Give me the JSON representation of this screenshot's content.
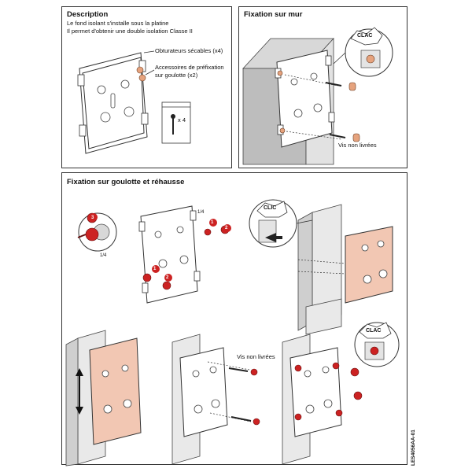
{
  "description": {
    "title": "Description",
    "line1": "Le fond isolant s'installe sous la platine",
    "line2": "Il permet d'obtenir une double isolation Classe II",
    "callout_plugs": "Obturateurs sécables (x4)",
    "callout_accessories_1": "Accessoires de préfixation",
    "callout_accessories_2": "sur goulotte (x2)",
    "bag_label": "x 4"
  },
  "wall": {
    "title": "Fixation sur mur",
    "clac": "CLAC",
    "screws_note": "Vis non livrées"
  },
  "trunking": {
    "title": "Fixation sur goulotte et réhausse",
    "step3": "3",
    "quarter_turn_left": "1/4",
    "quarter_turn_top": "1/4",
    "step1a": "1",
    "step2a": "2",
    "step1b": "1",
    "step2b": "2",
    "clic": "CLIC",
    "screws_note": "Vis non livrées",
    "clac": "CLAC"
  },
  "reference": "LES4056AA-01",
  "colors": {
    "accent_red": "#cc2222",
    "copper": "#e6a37e",
    "insulating_back": "#f2c7b3"
  }
}
